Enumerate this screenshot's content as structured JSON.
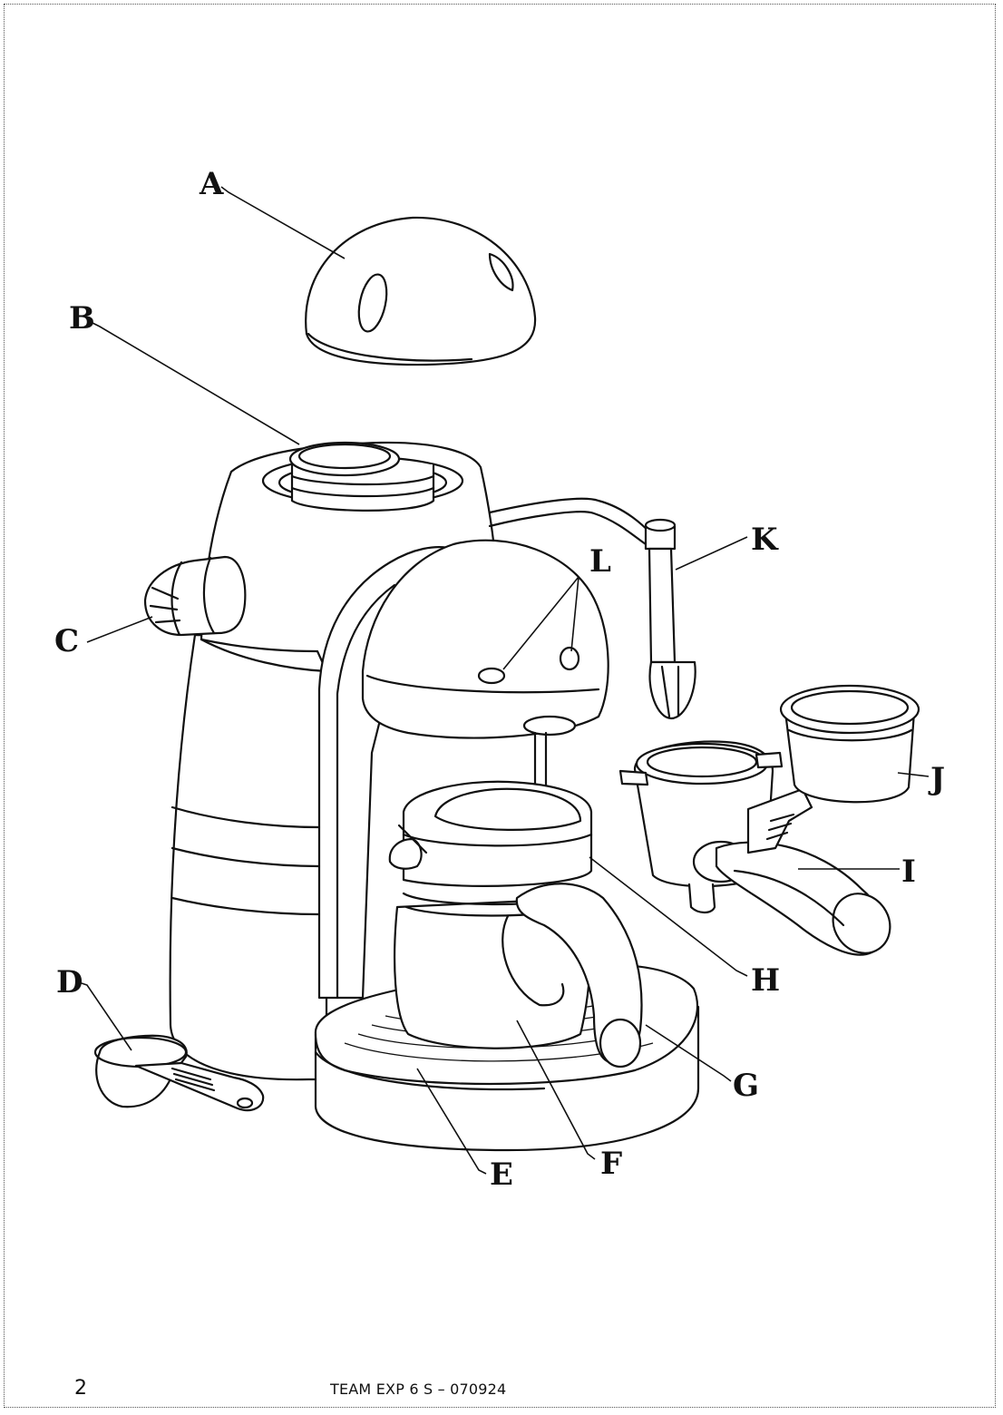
{
  "callouts": {
    "A": "A",
    "B": "B",
    "C": "C",
    "D": "D",
    "E": "E",
    "F": "F",
    "G": "G",
    "H": "H",
    "I": "I",
    "J": "J",
    "K": "K",
    "L": "L"
  },
  "footer": {
    "page_number": "2",
    "model_code": "TEAM EXP 6 S – 070924"
  }
}
